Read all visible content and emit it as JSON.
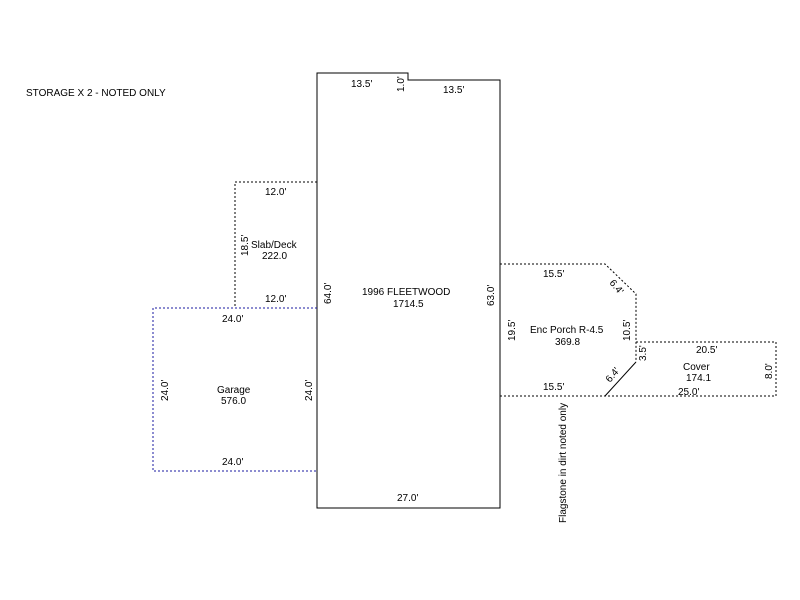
{
  "note": "STORAGE X 2 -  NOTED ONLY",
  "areas": {
    "main": {
      "name": "1996 FLEETWOOD",
      "sqft": "1714.5"
    },
    "slab": {
      "name": "Slab/Deck",
      "sqft": "222.0"
    },
    "garage": {
      "name": "Garage",
      "sqft": "576.0"
    },
    "porch": {
      "name": "Enc Porch R-4.5",
      "sqft": "369.8"
    },
    "cover": {
      "name": "Cover",
      "sqft": "174.1"
    }
  },
  "dimensions": {
    "main_top_left": "13.5'",
    "main_jog": "1.0'",
    "main_top_right": "13.5'",
    "main_left": "64.0'",
    "main_right": "63.0'",
    "main_bottom": "27.0'",
    "slab_top": "12.0'",
    "slab_left": "18.5'",
    "slab_bottom": "12.0'",
    "garage_top": "24.0'",
    "garage_left": "24.0'",
    "garage_right": "24.0'",
    "garage_bottom": "24.0'",
    "porch_top": "15.5'",
    "porch_diag_top": "6.4'",
    "porch_left": "19.5'",
    "porch_right": "10.5'",
    "porch_diag_bottom": "6.4'",
    "porch_bottom": "15.5'",
    "cover_left": "3.5'",
    "cover_top": "20.5'",
    "cover_right": "8.0'",
    "cover_bottom": "25.0'"
  },
  "flagstone_note": "Flagstone in dirt noted only"
}
